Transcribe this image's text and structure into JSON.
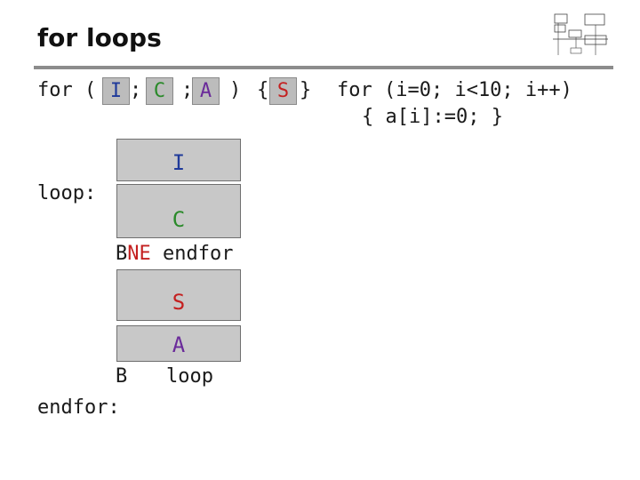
{
  "title": "for loops",
  "generic": {
    "for_kw": "for (",
    "init": "I",
    "sep1": ";",
    "cond": "C",
    "sep2": ";",
    "after": "A",
    "close": ")",
    "brace_open": "{",
    "body": "S",
    "brace_close": "}"
  },
  "example": {
    "line1": "for (i=0; i<10; i++)",
    "line2": "{ a[i]:=0; }"
  },
  "flow": {
    "loop_label": "loop:",
    "box_init": "I",
    "box_cond": "C",
    "branch_b": "B",
    "branch_ne": "NE",
    "branch_target": "endfor",
    "box_body": "S",
    "box_after": "A",
    "jump_b": "B",
    "jump_target": "loop",
    "endfor_label": "endfor:"
  },
  "colors": {
    "init": "#1f3a9a",
    "cond": "#2a8a2a",
    "after": "#6a2a9a",
    "body": "#c42020",
    "ne": "#c42020",
    "box_fill": "#c8c8c8",
    "rule": "#8c8c8c"
  }
}
